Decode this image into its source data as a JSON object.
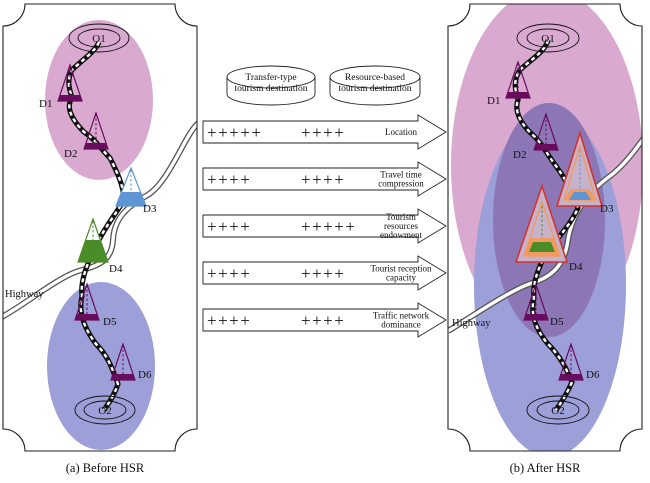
{
  "panels": {
    "before": {
      "caption": "(a) Before HSR",
      "highway_label": "Highway",
      "nodes": {
        "o1": "O1",
        "o2": "O2",
        "d1": "D1",
        "d2": "D2",
        "d3": "D3",
        "d4": "D4",
        "d5": "D5",
        "d6": "D6"
      }
    },
    "after": {
      "caption": "(b) After HSR",
      "highway_label": "Highway",
      "nodes": {
        "o1": "O1",
        "o2": "O2",
        "d1": "D1",
        "d2": "D2",
        "d3": "D3",
        "d4": "D4",
        "d5": "D5",
        "d6": "D6"
      }
    }
  },
  "middle": {
    "headers": [
      {
        "line1": "Transfer-type",
        "line2": "tourism destination"
      },
      {
        "line1": "Resource-based",
        "line2": "tourism destination"
      }
    ],
    "factors": [
      {
        "lines": [
          "Location"
        ],
        "left_marks": "+++++",
        "right_marks": "++++"
      },
      {
        "lines": [
          "Travel time",
          "compression"
        ],
        "left_marks": "++++",
        "right_marks": "++++"
      },
      {
        "lines": [
          "Tourism",
          "resources",
          "endowment"
        ],
        "left_marks": "++++",
        "right_marks": "+++++"
      },
      {
        "lines": [
          "Tourist reception",
          "capacity"
        ],
        "left_marks": "++++",
        "right_marks": "++++"
      },
      {
        "lines": [
          "Traffic network",
          "dominance"
        ],
        "left_marks": "++++",
        "right_marks": "++++"
      }
    ]
  },
  "colors": {
    "pink_region": "#d9a9cf",
    "blue_region": "#9c9fd8",
    "overlap_region": "#8d76b6",
    "purple_node": "#6a0c5e",
    "blue_node": "#5e95d4",
    "green_node": "#4a8c28",
    "orange_node": "#f39a61",
    "red_outline": "#d4342c",
    "rail": "#111111"
  }
}
